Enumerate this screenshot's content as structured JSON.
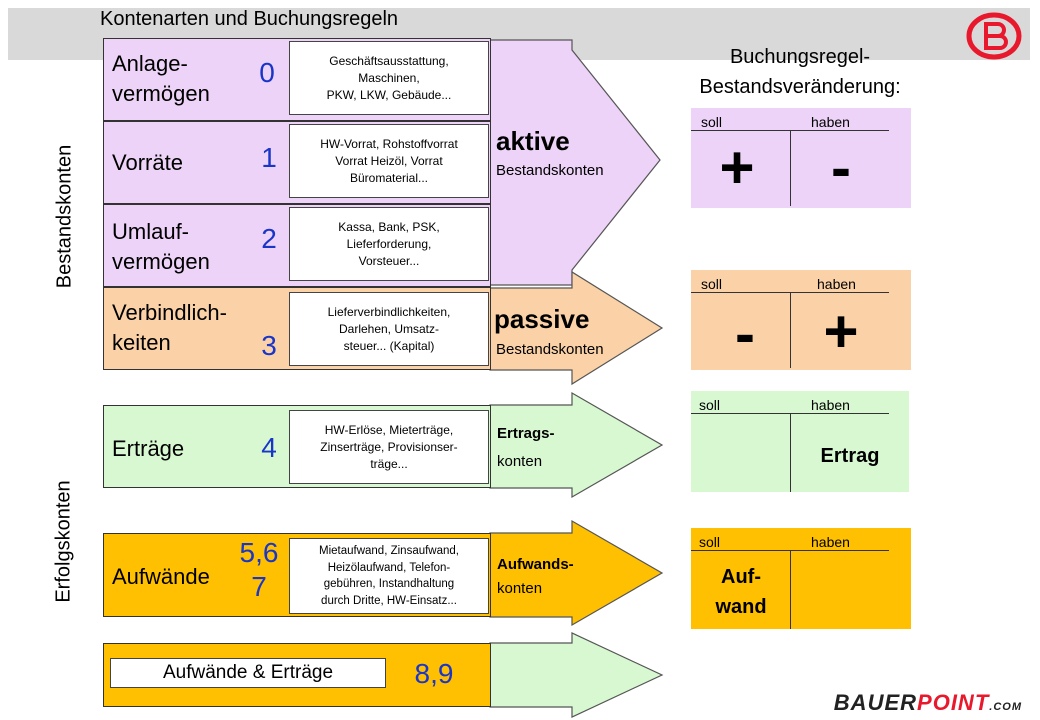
{
  "header": {
    "title": "Kontenarten und Buchungsregeln"
  },
  "side_labels": {
    "bestand": "Bestandskonten",
    "erfolg": "Erfolgskonten"
  },
  "rows": [
    {
      "label_l1": "Anlage-",
      "label_l2": "vermögen",
      "num": "0",
      "ex_l1": "Geschäftsausstattung,",
      "ex_l2": "Maschinen,",
      "ex_l3": "PKW, LKW, Gebäude...",
      "ex_l4": ""
    },
    {
      "label_l1": "Vorräte",
      "label_l2": "",
      "num": "1",
      "ex_l1": "HW-Vorrat, Rohstoffvorrat",
      "ex_l2": "Vorrat Heizöl, Vorrat",
      "ex_l3": "Büromaterial...",
      "ex_l4": ""
    },
    {
      "label_l1": "Umlauf-",
      "label_l2": "vermögen",
      "num": "2",
      "ex_l1": "Kassa, Bank, PSK,",
      "ex_l2": "Lieferforderung,",
      "ex_l3": "Vorsteuer...",
      "ex_l4": ""
    },
    {
      "label_l1": "Verbindlich-",
      "label_l2": "keiten",
      "num": "3",
      "ex_l1": "Lieferverbindlichkeiten,",
      "ex_l2": "Darlehen, Umsatz-",
      "ex_l3": "steuer... (Kapital)",
      "ex_l4": ""
    },
    {
      "label_l1": "Erträge",
      "label_l2": "",
      "num": "4",
      "ex_l1": "HW-Erlöse, Mieterträge,",
      "ex_l2": "Zinserträge, Provisionser-",
      "ex_l3": "träge...",
      "ex_l4": ""
    },
    {
      "label_l1": "Aufwände",
      "label_l2": "",
      "num_l1": "5,6",
      "num_l2": "7",
      "ex_l1": "Mietaufwand, Zinsaufwand,",
      "ex_l2": "Heizölaufwand, Telefon-",
      "ex_l3": "gebühren, Instandhaltung",
      "ex_l4": "durch Dritte, HW-Einsatz..."
    },
    {
      "label_box": "Aufwände & Erträge",
      "num": "8,9"
    }
  ],
  "arrows": {
    "aktive": {
      "title": "aktive",
      "sub": "Bestandskonten"
    },
    "passive": {
      "title": "passive",
      "sub": "Bestandskonten"
    },
    "ertrag": {
      "title": "Ertrags-",
      "sub": "konten"
    },
    "aufwand": {
      "title": "Aufwands-",
      "sub": "konten"
    }
  },
  "rule_title": {
    "l1": "Buchungsregel-",
    "l2": "Bestandsveränderung:"
  },
  "t_accounts": [
    {
      "soll": "soll",
      "haben": "haben",
      "left": "+",
      "right": "-"
    },
    {
      "soll": "soll",
      "haben": "haben",
      "left": "-",
      "right": "+"
    },
    {
      "soll": "soll",
      "haben": "haben",
      "right": "Ertrag"
    },
    {
      "soll": "soll",
      "haben": "haben",
      "left_l1": "Auf-",
      "left_l2": "wand"
    }
  ],
  "footer": {
    "brand_a": "BAUER",
    "brand_b": "POINT",
    "brand_c": ".COM"
  },
  "colors": {
    "aktiv": "#ecd3f7",
    "passiv": "#fbd2a8",
    "ertrag": "#d8f8d2",
    "aufwand": "#fec000",
    "num": "#1a36c8",
    "header": "#d9d9d9"
  }
}
